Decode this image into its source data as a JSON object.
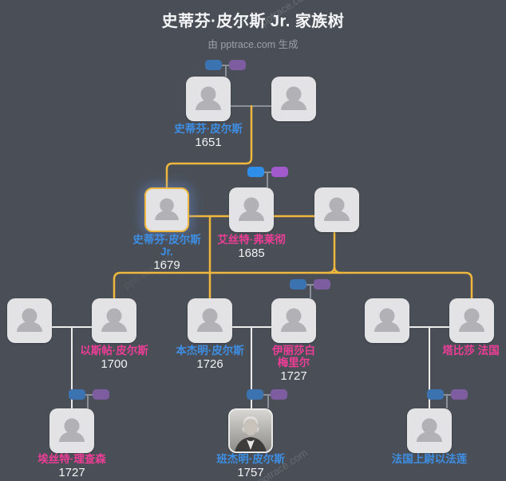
{
  "meta": {
    "title": "史蒂芬·皮尔斯 Jr. 家族树",
    "subtitle": "由 pptrace.com 生成",
    "watermark": "pptrace.com"
  },
  "colors": {
    "background": "#4A4F57",
    "card": "#E3E3E5",
    "card_icon": "#B2B2B6",
    "name_blue": "#3E8EE4",
    "name_pink": "#EE3D97",
    "year_white": "#F2F2F2",
    "lineage_line": "#EFB73C",
    "relation_line": "#ECECEC",
    "neutral_line": "#8A9098",
    "highlight_border": "#F0B840",
    "chip_blue": "#3B73B0",
    "chip_purple": "#7D5DA0",
    "chip_blue_bright": "#2F8FE8",
    "chip_purple_bright": "#A159CC"
  },
  "people": [
    {
      "id": "stephen-pierce",
      "name": "史蒂芬·皮尔斯",
      "name2": "",
      "year": "1651",
      "name_color": "#3E8EE4"
    },
    {
      "id": "unknown-spouse-1",
      "name": "",
      "name2": "",
      "year": "",
      "name_color": ""
    },
    {
      "id": "stephen-pierce-jr",
      "name": "史蒂芬·皮尔斯",
      "name2": "Jr.",
      "year": "1679",
      "name_color": "#3E8EE4"
    },
    {
      "id": "esther-fletcher",
      "name": "艾丝特·弗莱彻",
      "name2": "",
      "year": "1685",
      "name_color": "#EE3D97"
    },
    {
      "id": "unknown-spouse-2",
      "name": "",
      "name2": "",
      "year": "",
      "name_color": ""
    },
    {
      "id": "unknown-spouse-3",
      "name": "",
      "name2": "",
      "year": "",
      "name_color": ""
    },
    {
      "id": "esther-pierce",
      "name": "以斯帖·皮尔斯",
      "name2": "",
      "year": "1700",
      "name_color": "#EE3D97"
    },
    {
      "id": "benjamin-pierce",
      "name": "本杰明·皮尔斯",
      "name2": "",
      "year": "1726",
      "name_color": "#3E8EE4"
    },
    {
      "id": "elizabeth-merrill",
      "name": "伊丽莎白",
      "name2": "梅里尔",
      "year": "1727",
      "name_color": "#EE3D97"
    },
    {
      "id": "unknown-spouse-4",
      "name": "",
      "name2": "",
      "year": "",
      "name_color": ""
    },
    {
      "id": "tabitha-france",
      "name": "塔比莎 法国",
      "name2": "",
      "year": "",
      "name_color": "#EE3D97"
    },
    {
      "id": "esther-richardson",
      "name": "埃丝特·理查森",
      "name2": "",
      "year": "1727",
      "name_color": "#EE3D97"
    },
    {
      "id": "benjamin-pierce-1757",
      "name": "班杰明·皮尔斯",
      "name2": "",
      "year": "1757",
      "name_color": "#3E8EE4"
    },
    {
      "id": "ephraim-france",
      "name": "法国上尉以法莲",
      "name2": "",
      "year": "",
      "name_color": "#3E8EE4"
    }
  ]
}
